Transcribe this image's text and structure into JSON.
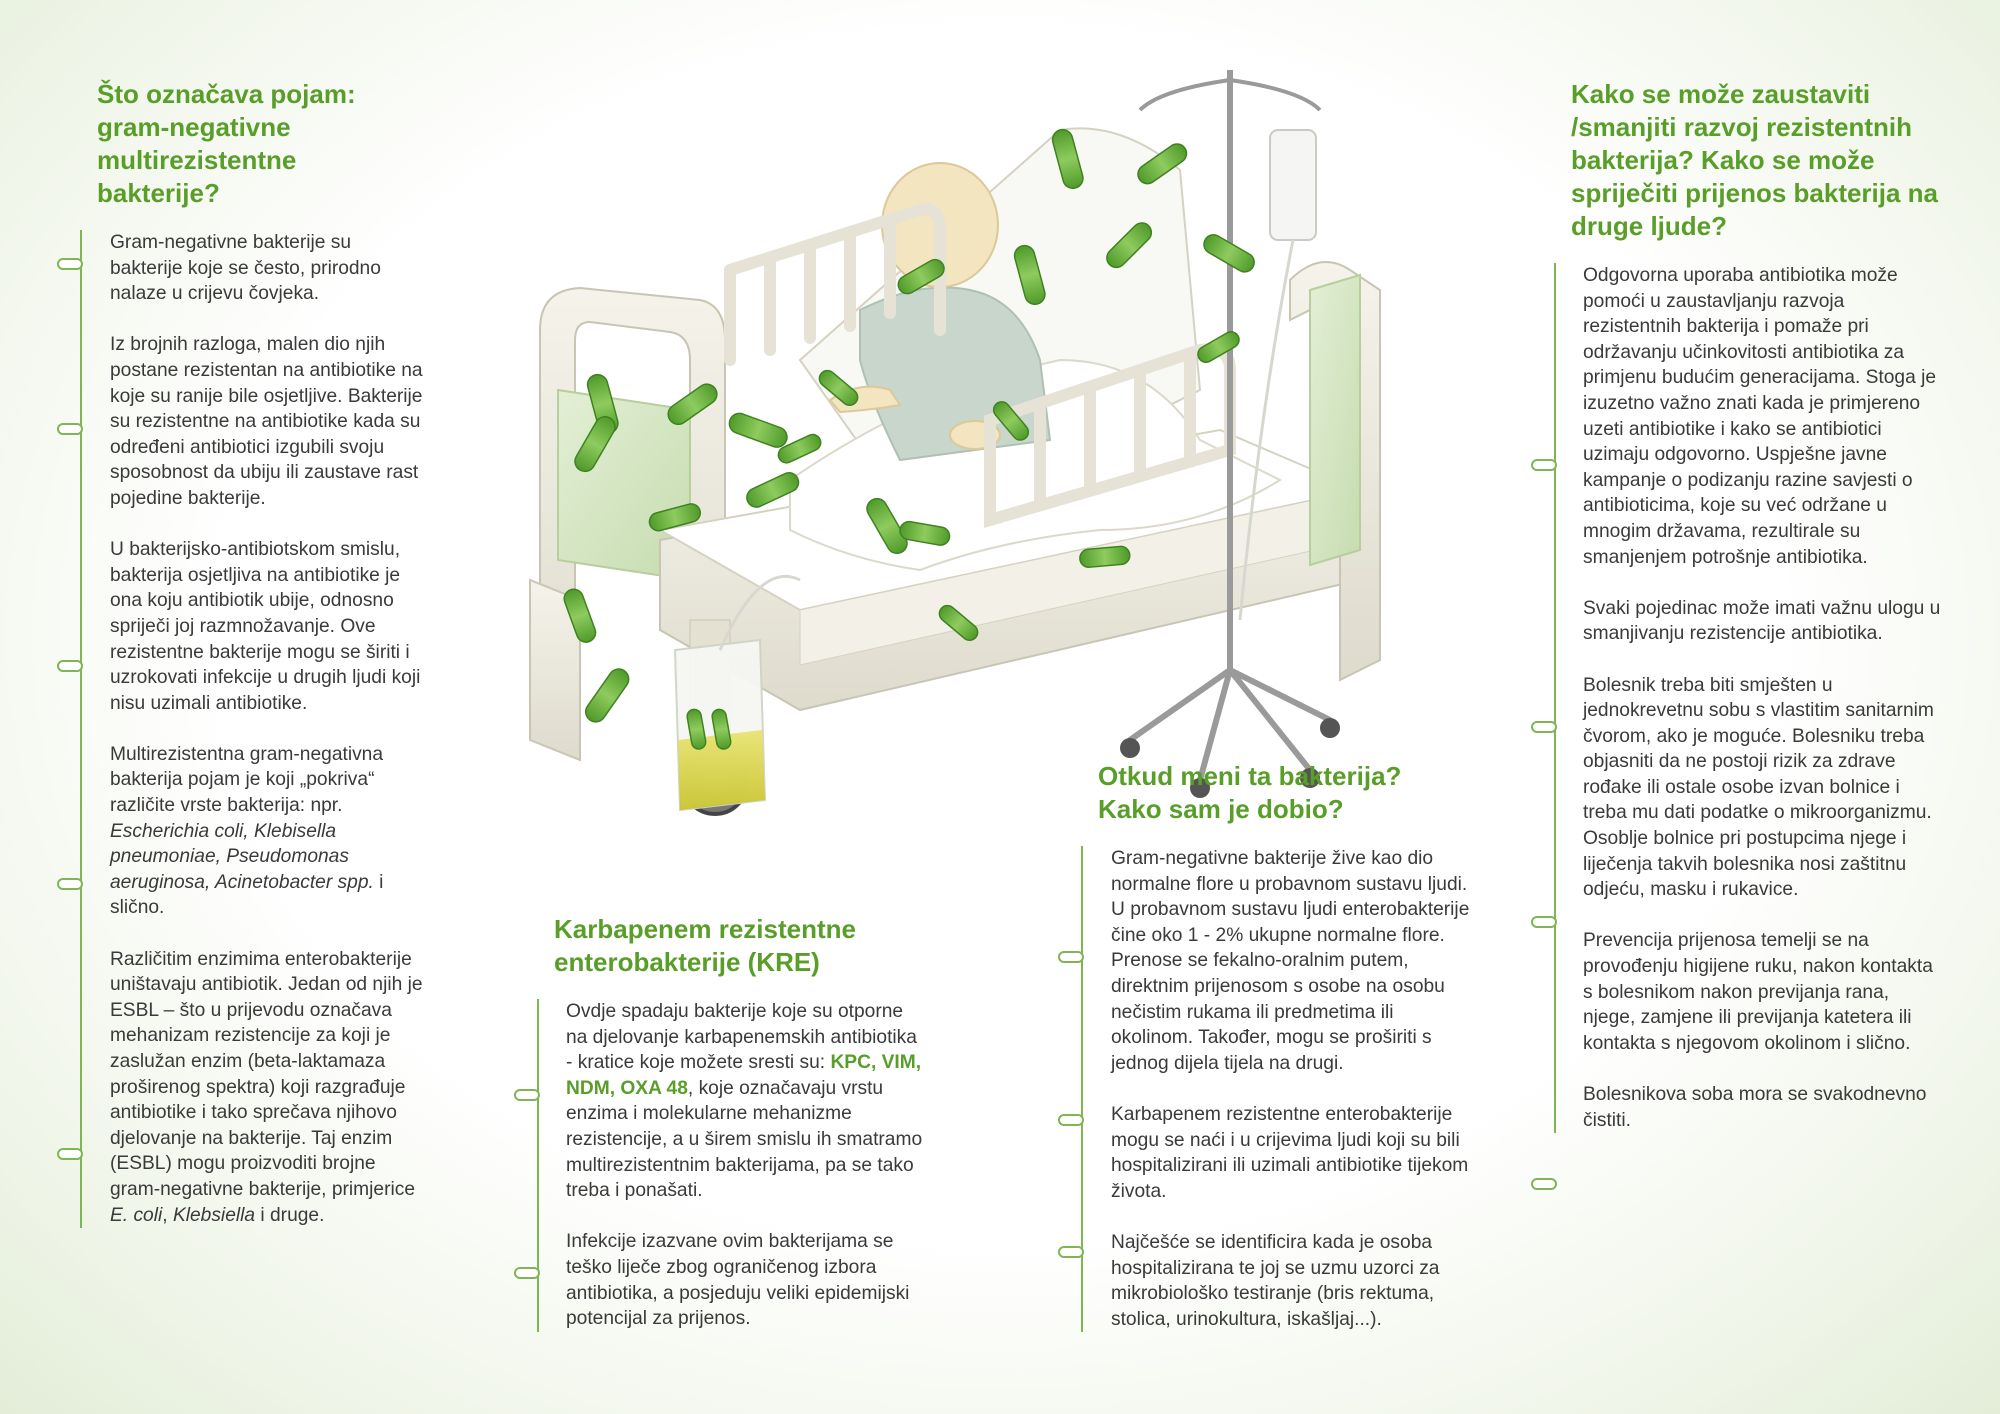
{
  "col1": {
    "heading": "Što označava pojam: gram-negativne multirezistentne bakterije?",
    "p1": "Gram-negativne bakterije su bakterije koje se često, prirodno nalaze u crijevu čovjeka.",
    "p2": "Iz brojnih razloga, malen dio njih postane rezistentan na antibiotike na koje su ranije bile osjetljive. Bakterije su rezistentne na antibiotike kada su određeni antibiotici izgubili svoju sposobnost da ubiju ili zaustave rast pojedine bakterije.",
    "p3": "U bakterijsko-antibiotskom smislu, bakterija osjetljiva na antibiotike je ona koju antibiotik ubije, odnosno spriječi joj razmnožavanje. Ove rezistentne bakterije mogu se širiti i uzrokovati infekcije u drugih ljudi koji nisu uzimali antibiotike.",
    "p4_a": "Multirezistentna gram-negativna bakterija pojam je koji „pokriva“ različite vrste bakterija: npr. ",
    "p4_em": "Escherichia coli, Klebisella pneumoniae, Pseudomonas aeruginosa, Acinetobacter spp.",
    "p4_b": " i slično.",
    "p5_a": "Različitim enzimima enterobakterije uništavaju antibiotik. Jedan od njih je ESBL – što u prijevodu označava mehanizam rezistencije za koji je zaslužan enzim (beta-laktamaza proširenog spektra) koji razgrađuje antibiotike i tako sprečava njihovo djelovanje na bakterije. Taj enzim (ESBL) mogu proizvoditi brojne gram-negativne bakterije, primjerice ",
    "p5_em1": "E. coli",
    "p5_mid": ", ",
    "p5_em2": "Klebsiella",
    "p5_b": " i druge."
  },
  "col2": {
    "heading": "Karbapenem rezistentne enterobakterije (KRE)",
    "p1_a": "Ovdje spadaju bakterije koje su otporne na djelovanje karbapenemskih antibiotika - kratice koje možete sresti su: ",
    "p1_green": "KPC, VIM, NDM, OXA 48",
    "p1_b": ", koje označavaju vrstu enzima i molekularne mehanizme rezistencije, a u širem smislu ih smatramo multirezistentnim bakterijama, pa se tako treba i ponašati.",
    "p2": "Infekcije izazvane ovim bakterijama se teško liječe zbog ograničenog izbora antibiotika, a  posjeduju veliki epidemijski potencijal za prijenos."
  },
  "col3": {
    "heading": "Otkud meni ta bakterija? Kako sam je dobio?",
    "p1": "Gram-negativne bakterije žive kao dio normalne flore u probavnom sustavu ljudi. U probavnom sustavu ljudi enterobakterije čine oko 1 - 2% ukupne normalne flore. Prenose se fekalno-oralnim putem, direktnim prijenosom s osobe na osobu nečistim rukama ili predmetima ili okolinom. Također, mogu se proširiti s jednog dijela tijela na drugi.",
    "p2": "Karbapenem rezistentne enterobakterije mogu se naći i u crijevima ljudi koji su bili hospitalizirani ili uzimali antibiotike tijekom života.",
    "p3": "Najčešće se identificira kada je osoba hospitalizirana te joj se uzmu uzorci za mikrobiološko testiranje (bris rektuma, stolica, urinokultura, iskašljaj...)."
  },
  "col4": {
    "heading": "Kako se može zaustaviti /smanjiti razvoj rezistentnih bakterija? Kako se može spriječiti prijenos bakterija na druge ljude?",
    "p1": "Odgovorna uporaba antibiotika može pomoći u zaustavljanju razvoja rezistentnih bakterija i pomaže pri održavanju učinkovitosti antibiotika za primjenu budućim generacijama. Stoga je izuzetno važno znati kada je primjereno uzeti antibiotike i kako se antibiotici uzimaju odgovorno. Uspješne javne kampanje o podizanju razine savjesti o antibioticima, koje su već održane u mnogim državama, rezultirale su smanjenjem potrošnje antibiotika.",
    "p2": "Svaki pojedinac može imati važnu ulogu u smanjivanju rezistencije antibiotika.",
    "p3": "Bolesnik treba biti smješten u jednokrevetnu sobu s vlastitim sanitarnim čvorom, ako je moguće. Bolesniku treba objasniti da ne postoji rizik za zdrave rođake ili ostale osobe izvan bolnice i treba mu dati podatke o mikroorganizmu. Osoblje bolnice pri postupcima njege i liječenja takvih bolesnika nosi zaštitnu odjeću, masku i rukavice.",
    "p4": "Prevencija prijenosa temelji se na provođenju higijene ruku, nakon kontakta s bolesnikom nakon previjanja rana, njege, zamjene ili previjanja katetera ili kontakta s njegovom okolinom i slično.",
    "p5": "Bolesnikova soba mora se svakodnevno čistiti."
  },
  "colors": {
    "accent_green": "#5a9e2a",
    "line_green": "#7fb555",
    "bacteria_green": "#6fb043",
    "bed_cream": "#efece0",
    "panel_green": "#d9e8c8"
  },
  "illustration": "hospital-bed-patient-iv-bacteria"
}
